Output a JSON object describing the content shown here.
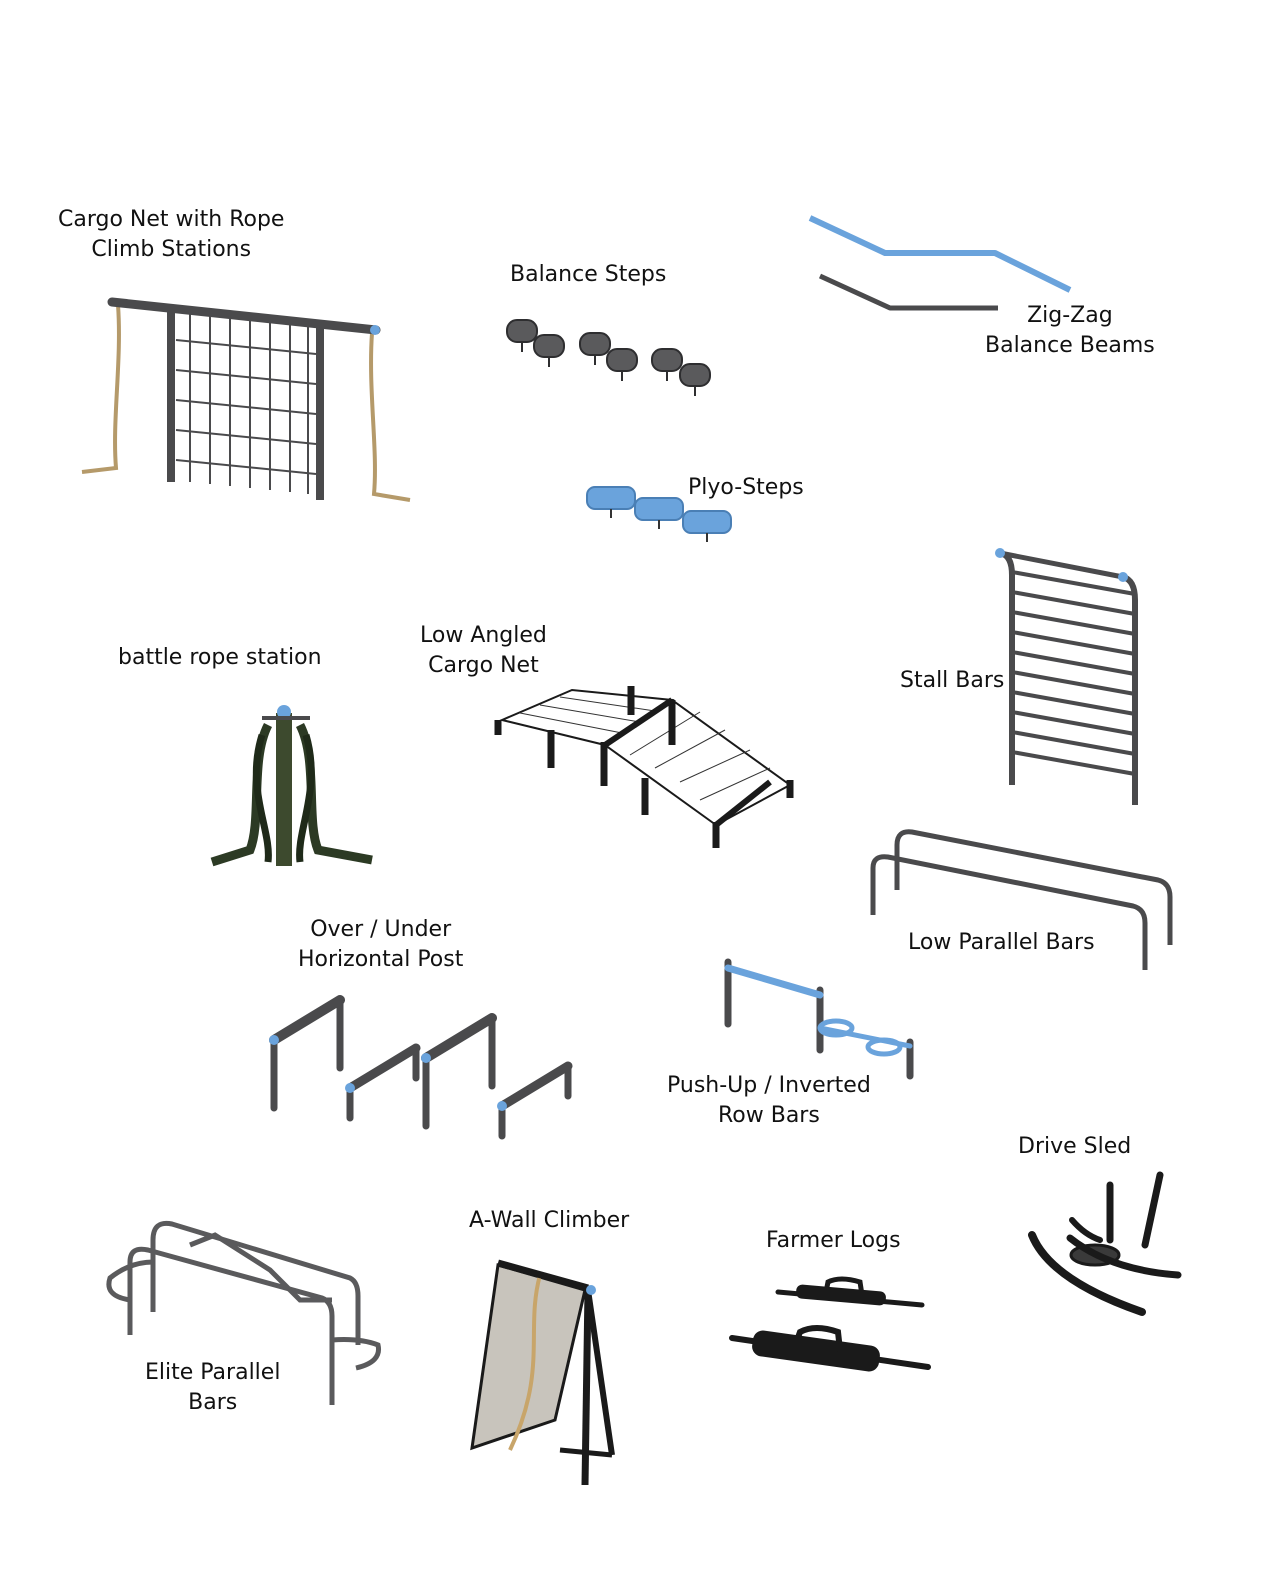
{
  "labels": {
    "cargo_net": [
      "Cargo Net with Rope",
      "Climb Stations"
    ],
    "balance_steps": [
      "Balance Steps"
    ],
    "zigzag": [
      "Zig-Zag",
      "Balance Beams"
    ],
    "plyo_steps": [
      "Plyo-Steps"
    ],
    "battle_rope": [
      "battle rope station"
    ],
    "low_angled": [
      "Low Angled",
      "Cargo Net"
    ],
    "stall_bars": [
      "Stall Bars"
    ],
    "low_parallel": [
      "Low Parallel Bars"
    ],
    "over_under": [
      "Over / Under",
      "Horizontal Post"
    ],
    "pushup": [
      "Push-Up / Inverted",
      "Row Bars"
    ],
    "drive_sled": [
      "Drive Sled"
    ],
    "a_wall": [
      "A-Wall Climber"
    ],
    "farmer_logs": [
      "Farmer Logs"
    ],
    "elite_parallel": [
      "Elite Parallel",
      "Bars"
    ]
  },
  "colors": {
    "metal": "#4a4a4c",
    "accent_blue": "#6aa3dc",
    "rope": "#b59a6a",
    "panel": "#c8c4bc",
    "black": "#1a1a1a",
    "rope_green": "#2c3a24"
  }
}
